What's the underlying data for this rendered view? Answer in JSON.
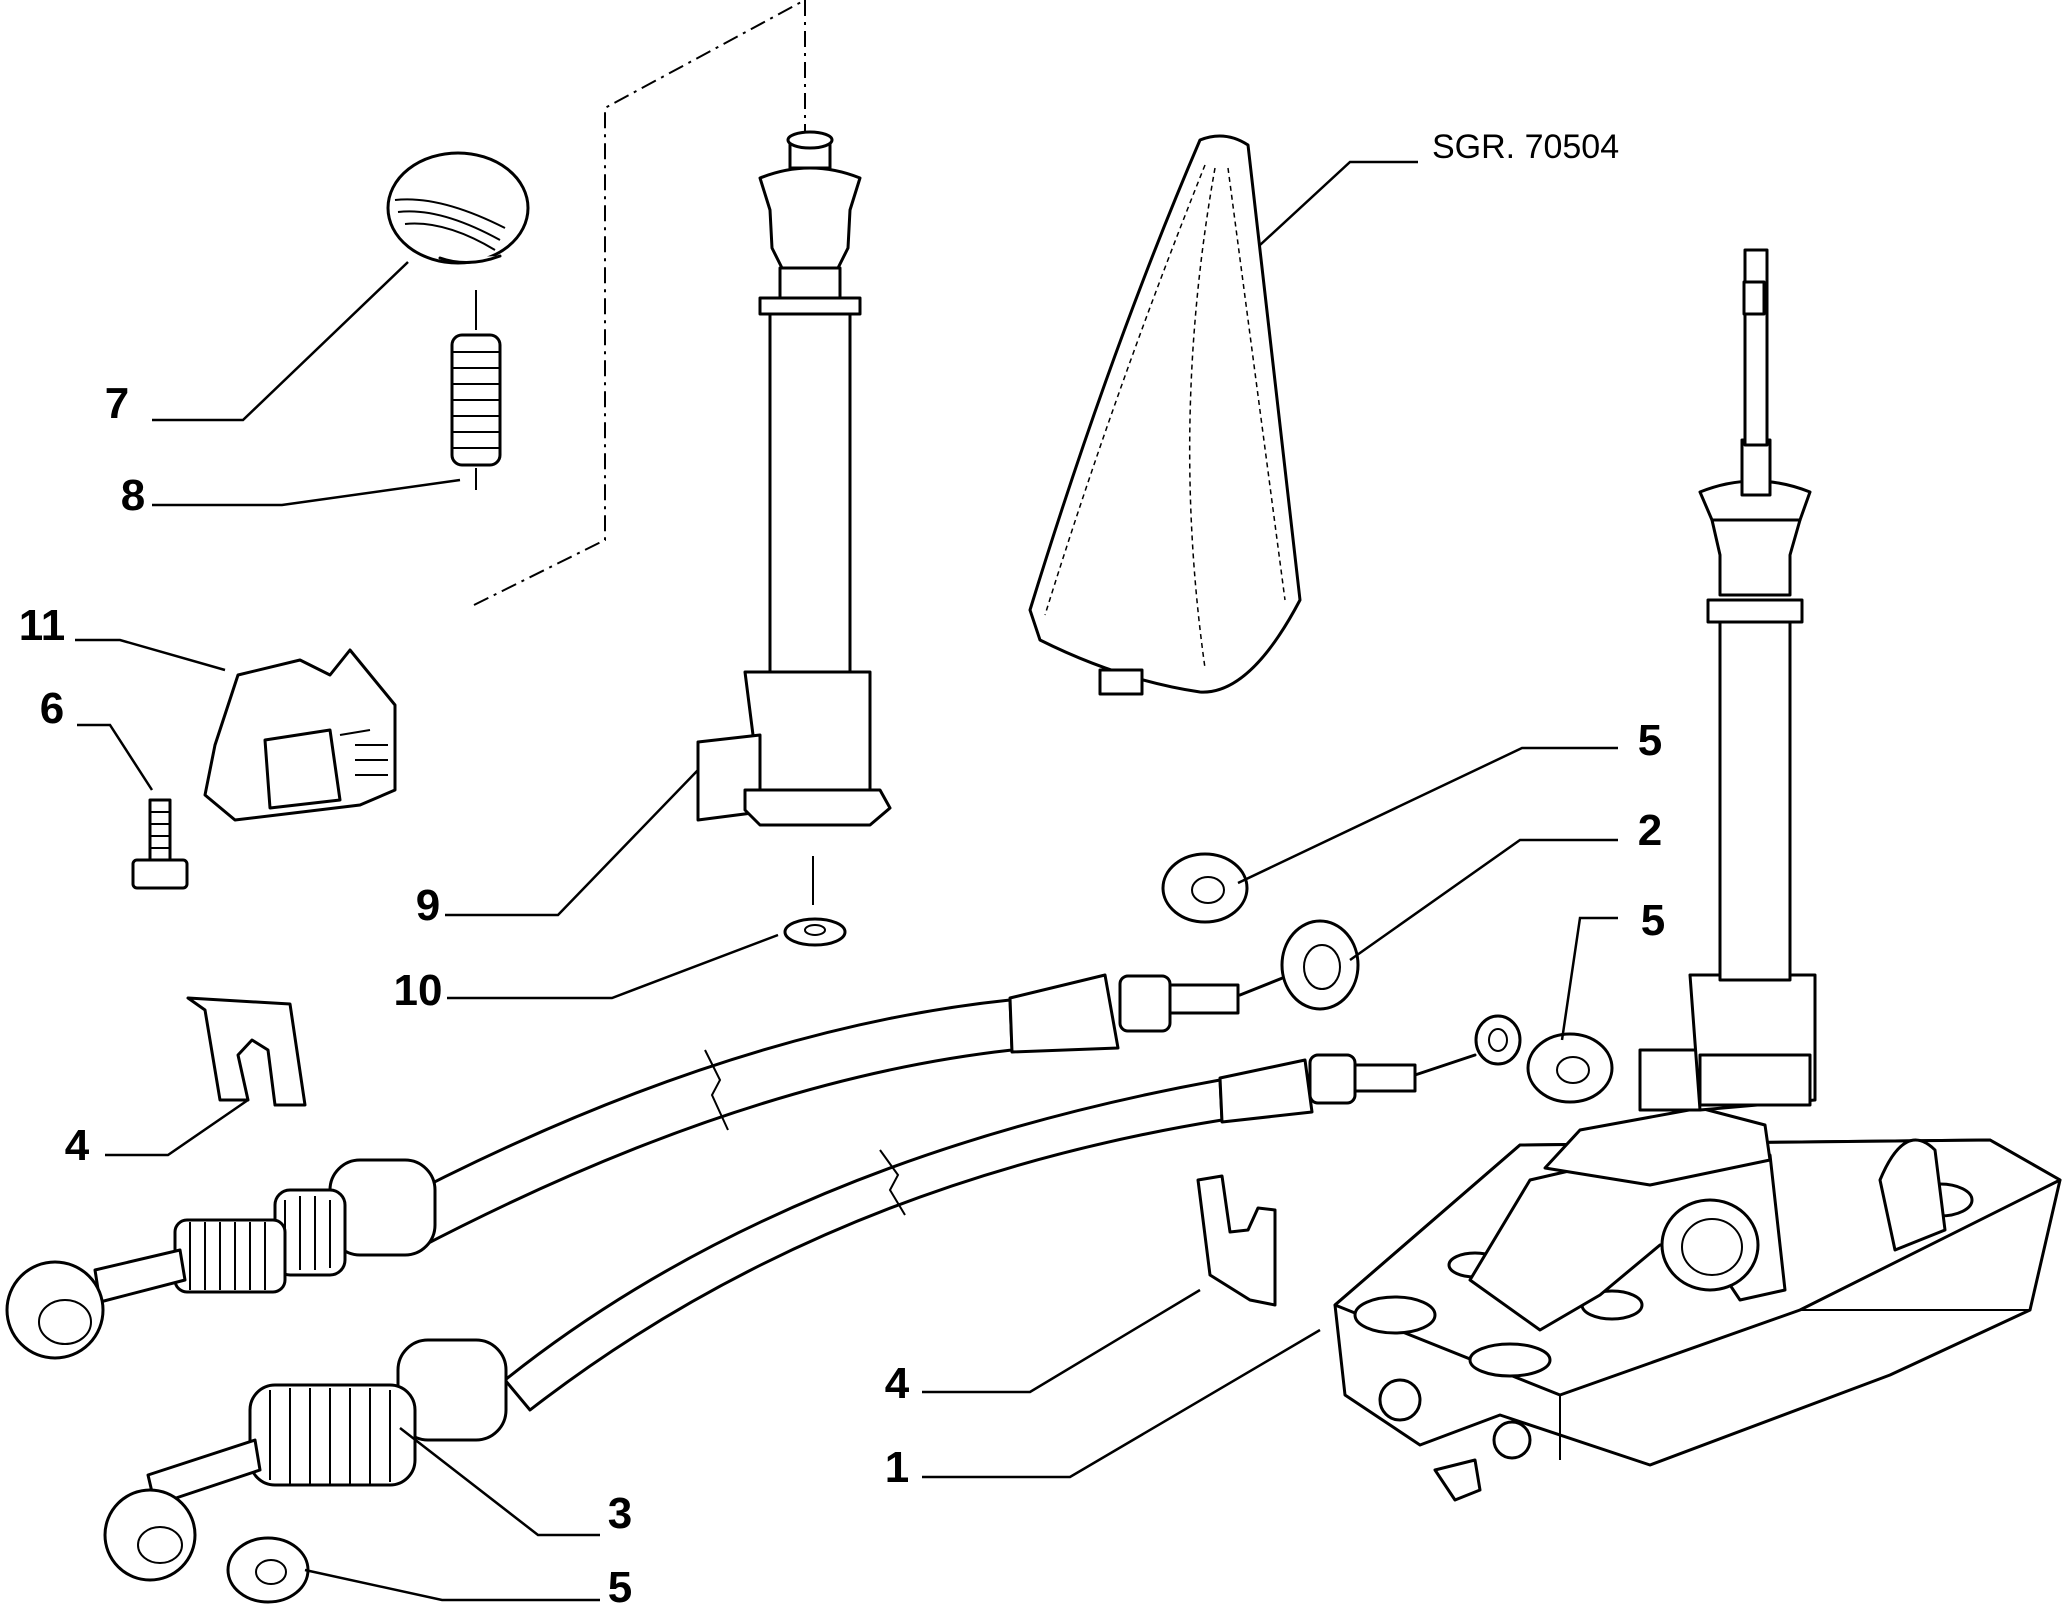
{
  "reference": "SGR. 70504",
  "callouts": [
    {
      "id": "c7",
      "label": "7"
    },
    {
      "id": "c8",
      "label": "8"
    },
    {
      "id": "c11",
      "label": "11"
    },
    {
      "id": "c6",
      "label": "6"
    },
    {
      "id": "c9",
      "label": "9"
    },
    {
      "id": "c10",
      "label": "10"
    },
    {
      "id": "c5a",
      "label": "5"
    },
    {
      "id": "c2",
      "label": "2"
    },
    {
      "id": "c5b",
      "label": "5"
    },
    {
      "id": "c4a",
      "label": "4"
    },
    {
      "id": "c4b",
      "label": "4"
    },
    {
      "id": "c1",
      "label": "1"
    },
    {
      "id": "c3",
      "label": "3"
    },
    {
      "id": "c5c",
      "label": "5"
    }
  ]
}
